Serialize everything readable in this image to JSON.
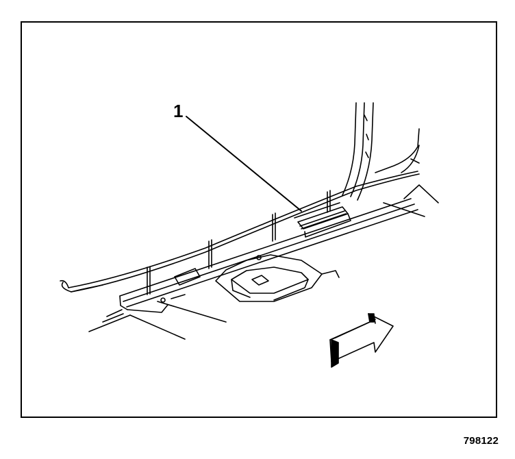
{
  "illustration": {
    "callouts": [
      {
        "label": "1"
      }
    ],
    "figure_number": "798122",
    "direction_indicator": "front-arrow"
  }
}
